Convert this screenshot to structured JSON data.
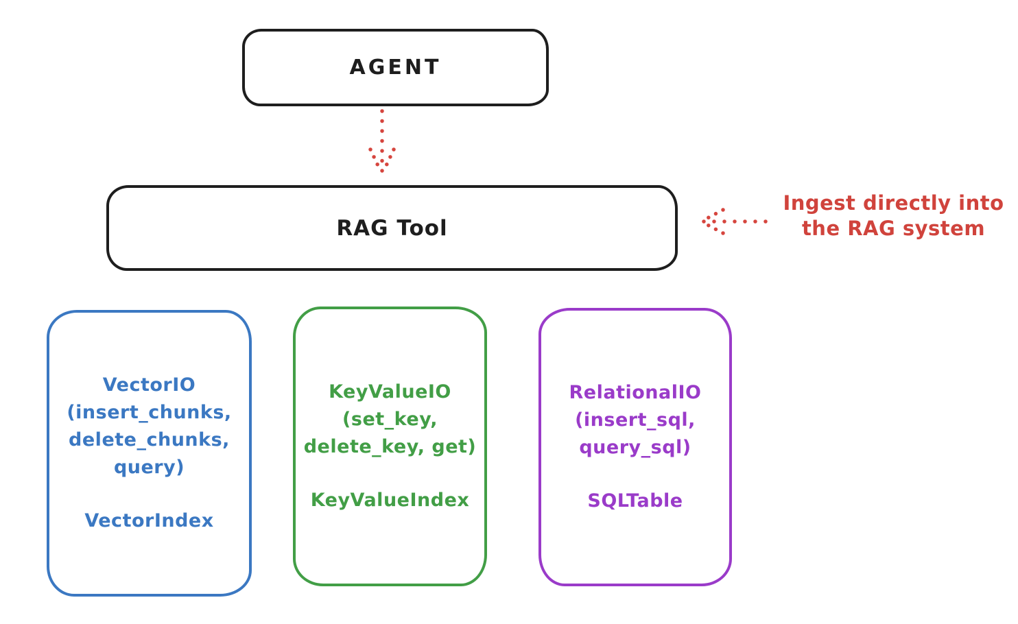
{
  "agent_box": {
    "label": "AGENT"
  },
  "rag_tool_box": {
    "label": "RAG Tool"
  },
  "ingest_annotation": {
    "line1": "Ingest directly into",
    "line2": "the RAG system"
  },
  "arrows": {
    "agent_to_rag": "dotted-down-arrow",
    "ingest_to_rag": "dotted-left-arrow"
  },
  "storage_boxes": [
    {
      "id": "vector-io",
      "lines": [
        "VectorIO",
        "(insert_chunks,",
        "delete_chunks,",
        "query)"
      ],
      "index_label": "VectorIndex",
      "color": "#3b78c2"
    },
    {
      "id": "keyvalue-io",
      "lines": [
        "KeyValueIO",
        "(set_key,",
        "delete_key, get)"
      ],
      "index_label": "KeyValueIndex",
      "color": "#429e46"
    },
    {
      "id": "relational-io",
      "lines": [
        "RelationalIO",
        "(insert_sql,",
        "query_sql)"
      ],
      "index_label": "SQLTable",
      "color": "#9a3bc9"
    }
  ],
  "colors": {
    "ink": "#1e1e1e",
    "red": "#d0433c",
    "blue": "#3b78c2",
    "green": "#429e46",
    "purple": "#9a3bc9",
    "background": "#ffffff"
  }
}
